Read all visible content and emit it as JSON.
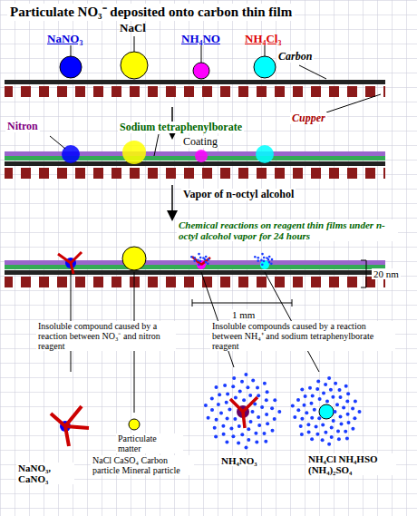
{
  "diagram": {
    "title": "Particulate NO₃⁻ deposited onto carbon thin film",
    "labels": [
      "NaNO₃",
      "NaCl",
      "NH₄NO",
      "NH₄Cl₃",
      "Carbon",
      "Cupper",
      "Nitron",
      "Sodium tetraphenylborate",
      "Coating",
      "Vapor of n-octyl alcohol",
      "Chemical reactions on reagent thin films under n-octyl alcohol vapor for 24 hours",
      "20 nm",
      "1 mm",
      "Insoluble compound caused by a reaction between NO₃⁻ and nitron reagent",
      "Insoluble compounds caused by a reaction between NH₄⁺ and sodium tetraphenylborate reagent",
      "Particulate matter",
      "NaNO₃, CaNO₃",
      "NaCl CaSO₄ Carbon particle Mineral particle",
      "NH₄NO₃",
      "NH₄Cl NH₄HSO (NH₄)₂SO₄"
    ]
  }
}
